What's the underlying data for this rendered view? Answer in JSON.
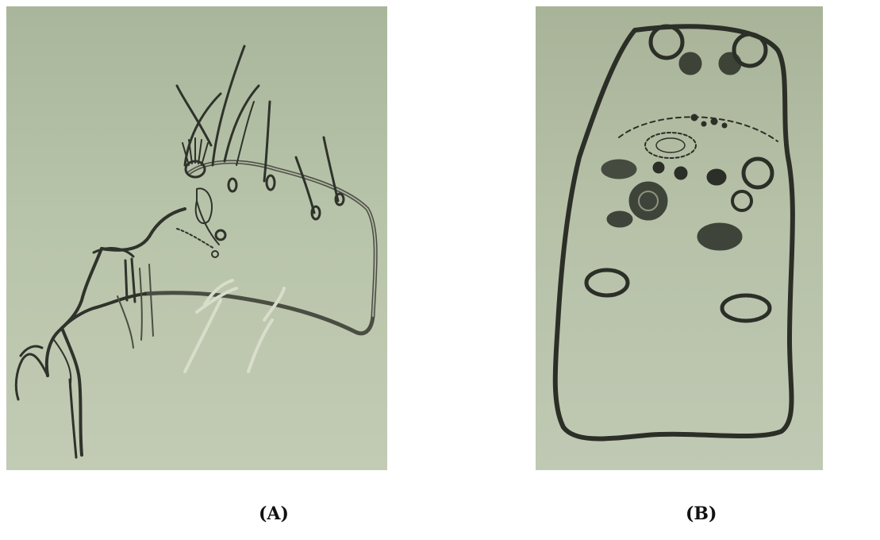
{
  "figure": {
    "panels": [
      {
        "label": "(A)",
        "subject": "pencil-drawing-of-appendage-with-setae"
      },
      {
        "label": "(B)",
        "subject": "pencil-drawing-of-oval-body-with-circular-spots"
      }
    ],
    "colors": {
      "paper_top": "#aab69c",
      "paper_bottom": "#c2cbb4",
      "pencil_dark": "#2b2f27",
      "pencil_light": "#d7dcc8",
      "page_background": "#ffffff"
    }
  }
}
